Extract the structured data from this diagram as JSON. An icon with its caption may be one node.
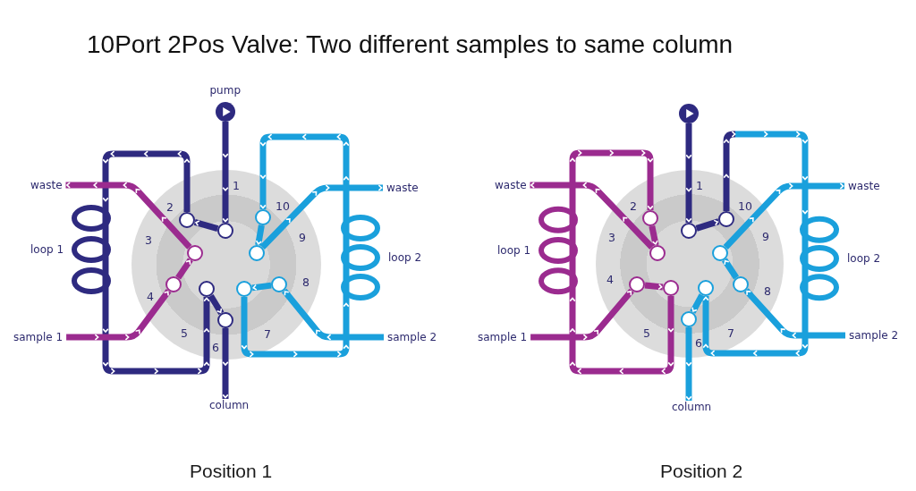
{
  "diagram": {
    "title": "10Port 2Pos Valve: Two different samples to same column",
    "nodes": [
      {
        "text": [
          "pump"
        ]
      },
      {
        "text": [
          "waste"
        ]
      },
      {
        "text": [
          "waste"
        ]
      },
      {
        "text": [
          "loop 1"
        ]
      },
      {
        "text": [
          "loop 2"
        ]
      },
      {
        "text": [],
        "shape": "circle"
      },
      {
        "text": [],
        "shape": "circle",
        "in": 5
      },
      {
        "text": [],
        "shape": "circle",
        "in": 5
      },
      {
        "text": [],
        "shape": "circle",
        "in": 5
      },
      {
        "text": [],
        "shape": "circle",
        "in": 5
      },
      {
        "text": [],
        "shape": "circle",
        "in": 5
      },
      {
        "text": [],
        "shape": "circle",
        "in": 5
      },
      {
        "text": [],
        "shape": "circle",
        "in": 5
      },
      {
        "text": [],
        "shape": "circle",
        "in": 5
      },
      {
        "text": [],
        "shape": "circle",
        "in": 5
      },
      {
        "text": [],
        "shape": "circle",
        "in": 5
      },
      {
        "text": [
          "sample 1"
        ]
      },
      {
        "text": [
          "sample 2"
        ]
      },
      {
        "text": [
          "column"
        ]
      },
      {
        "text": [],
        "shape": "circle"
      },
      {
        "text": [
          "waste"
        ]
      },
      {
        "text": [
          "waste"
        ]
      },
      {
        "text": [
          "loop 1"
        ]
      },
      {
        "text": [
          "loop 2"
        ]
      },
      {
        "text": [],
        "shape": "circle"
      },
      {
        "text": [],
        "shape": "circle",
        "in": 24
      },
      {
        "text": [],
        "shape": "circle",
        "in": 24
      },
      {
        "text": [],
        "shape": "circle",
        "in": 24
      },
      {
        "text": [],
        "shape": "circle",
        "in": 24
      },
      {
        "text": [],
        "shape": "circle",
        "in": 24
      },
      {
        "text": [],
        "shape": "circle",
        "in": 24
      },
      {
        "text": [],
        "shape": "circle",
        "in": 24
      },
      {
        "text": [],
        "shape": "circle",
        "in": 24
      },
      {
        "text": [],
        "shape": "circle",
        "in": 24
      },
      {
        "text": [],
        "shape": "circle",
        "in": 24
      },
      {
        "text": [
          "sample 1"
        ]
      },
      {
        "text": [
          "sample 2"
        ]
      },
      {
        "text": [
          "column"
        ]
      }
    ],
    "edges": [
      {
        "from": 0,
        "to": 6,
        "arrow": "to",
        "color": "#2e2a80"
      },
      {
        "from": 6,
        "to": 7,
        "arrow": "to",
        "color": "#2e2a80"
      },
      {
        "from": 7,
        "to": 3,
        "arrow": "to",
        "color": "#2e2a80"
      },
      {
        "from": 3,
        "to": 10,
        "arrow": "to",
        "color": "#2e2a80"
      },
      {
        "from": 10,
        "to": 11,
        "arrow": "to",
        "color": "#2e2a80"
      },
      {
        "from": 11,
        "to": 18,
        "arrow": "to",
        "color": "#2e2a80"
      },
      {
        "from": 16,
        "to": 9,
        "arrow": "to",
        "color": "#9b2b8f"
      },
      {
        "from": 9,
        "to": 8,
        "arrow": "to",
        "color": "#9b2b8f"
      },
      {
        "from": 8,
        "to": 1,
        "arrow": "to",
        "color": "#9b2b8f"
      },
      {
        "from": 17,
        "to": 13,
        "arrow": "to",
        "color": "#1aa0dc"
      },
      {
        "from": 13,
        "to": 12,
        "arrow": "to",
        "color": "#1aa0dc"
      },
      {
        "from": 12,
        "to": 4,
        "arrow": "to",
        "color": "#1aa0dc"
      },
      {
        "from": 4,
        "to": 15,
        "arrow": "to",
        "color": "#1aa0dc"
      },
      {
        "from": 15,
        "to": 14,
        "arrow": "to",
        "color": "#1aa0dc"
      },
      {
        "from": 14,
        "to": 2,
        "arrow": "to",
        "color": "#1aa0dc"
      },
      {
        "from": 19,
        "to": 25,
        "arrow": "to",
        "color": "#2e2a80"
      },
      {
        "from": 25,
        "to": 34,
        "arrow": "to",
        "color": "#2e2a80"
      },
      {
        "from": 34,
        "to": 23,
        "arrow": "to",
        "color": "#1aa0dc"
      },
      {
        "from": 23,
        "to": 31,
        "arrow": "to",
        "color": "#1aa0dc"
      },
      {
        "from": 31,
        "to": 30,
        "arrow": "to",
        "color": "#1aa0dc"
      },
      {
        "from": 30,
        "to": 37,
        "arrow": "to",
        "color": "#1aa0dc"
      },
      {
        "from": 35,
        "to": 28,
        "arrow": "to",
        "color": "#9b2b8f"
      },
      {
        "from": 28,
        "to": 29,
        "arrow": "to",
        "color": "#9b2b8f"
      },
      {
        "from": 29,
        "to": 22,
        "arrow": "to",
        "color": "#9b2b8f"
      },
      {
        "from": 22,
        "to": 26,
        "arrow": "to",
        "color": "#9b2b8f"
      },
      {
        "from": 26,
        "to": 27,
        "arrow": "to",
        "color": "#9b2b8f"
      },
      {
        "from": 27,
        "to": 20,
        "arrow": "to",
        "color": "#9b2b8f"
      },
      {
        "from": 36,
        "to": 32,
        "arrow": "to",
        "color": "#1aa0dc"
      },
      {
        "from": 32,
        "to": 33,
        "arrow": "to",
        "color": "#1aa0dc"
      },
      {
        "from": 33,
        "to": 21,
        "arrow": "to",
        "color": "#1aa0dc"
      }
    ],
    "labels": [
      "1",
      "2",
      "3",
      "4",
      "5",
      "6",
      "7",
      "8",
      "9",
      "10",
      "1",
      "2",
      "3",
      "4",
      "5",
      "6",
      "7",
      "8",
      "9",
      "10",
      "Position 1",
      "Position 2"
    ]
  }
}
